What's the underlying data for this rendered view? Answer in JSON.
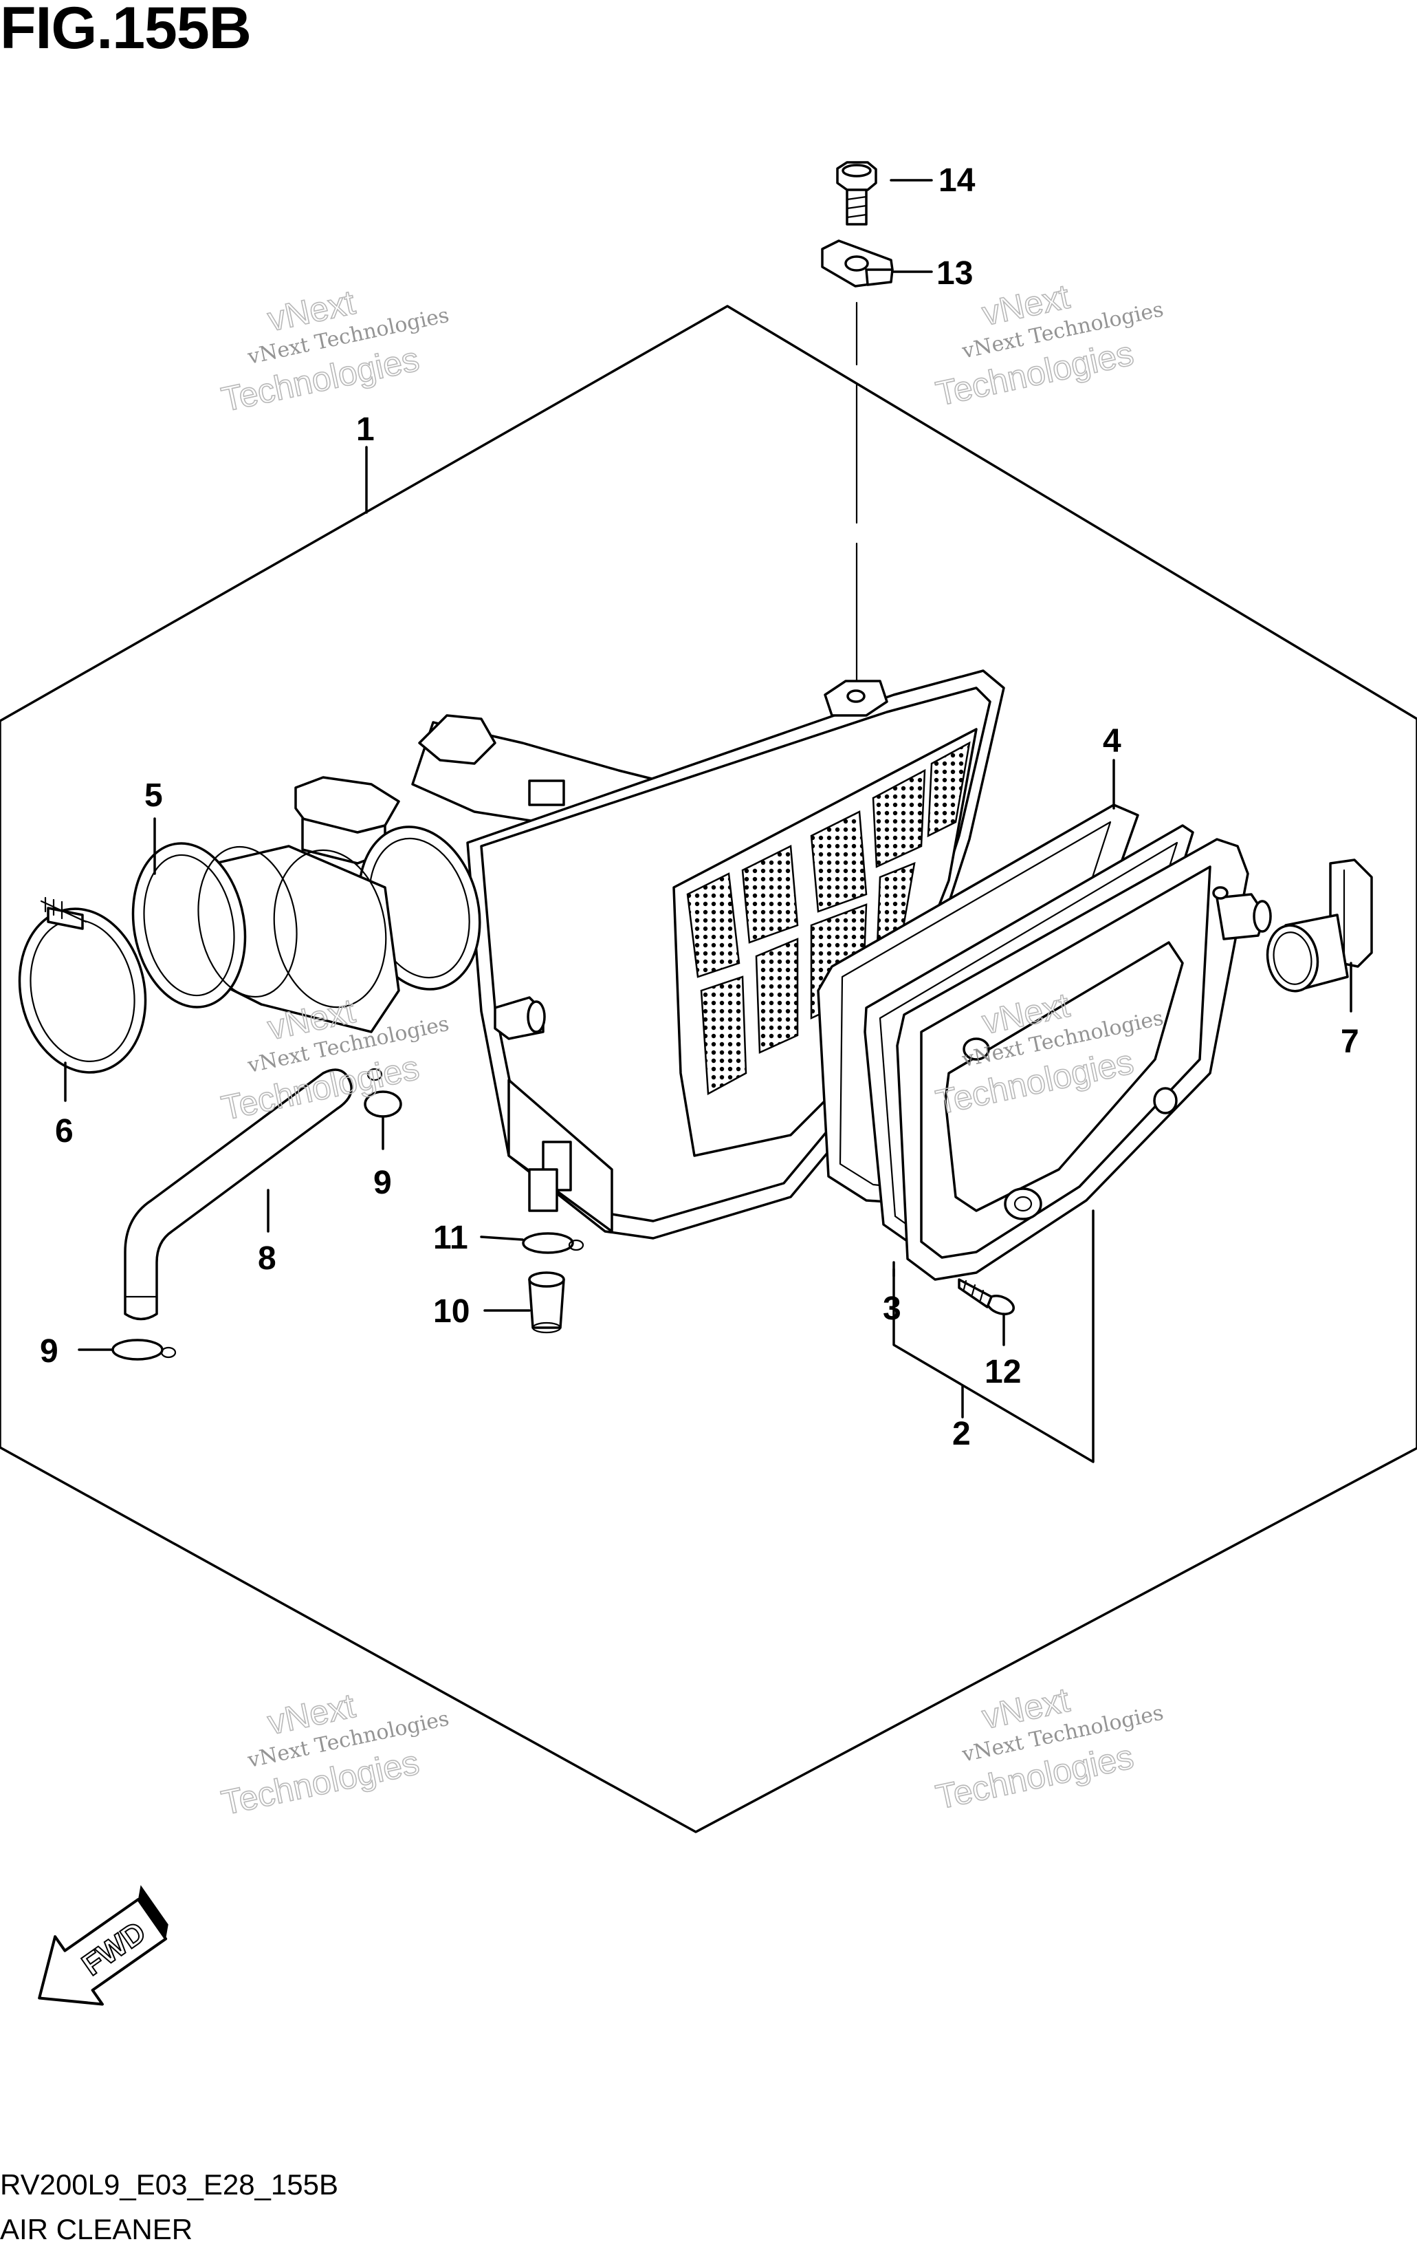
{
  "figure": {
    "title": "FIG.155B",
    "code": "RV200L9_E03_E28_155B",
    "name": "AIR CLEANER"
  },
  "direction_indicator": {
    "label": "FWD",
    "icon": "fwd-arrow-icon"
  },
  "callouts": [
    {
      "id": "c1",
      "label": "1"
    },
    {
      "id": "c2",
      "label": "2"
    },
    {
      "id": "c3",
      "label": "3"
    },
    {
      "id": "c4",
      "label": "4"
    },
    {
      "id": "c5",
      "label": "5"
    },
    {
      "id": "c6",
      "label": "6"
    },
    {
      "id": "c7",
      "label": "7"
    },
    {
      "id": "c8",
      "label": "8"
    },
    {
      "id": "c9a",
      "label": "9"
    },
    {
      "id": "c9b",
      "label": "9"
    },
    {
      "id": "c10",
      "label": "10"
    },
    {
      "id": "c11",
      "label": "11"
    },
    {
      "id": "c12",
      "label": "12"
    },
    {
      "id": "c13",
      "label": "13"
    },
    {
      "id": "c14",
      "label": "14"
    }
  ],
  "watermark": {
    "line1": "vNext",
    "line2": "vNext Technologies",
    "line3": "Technologies"
  }
}
